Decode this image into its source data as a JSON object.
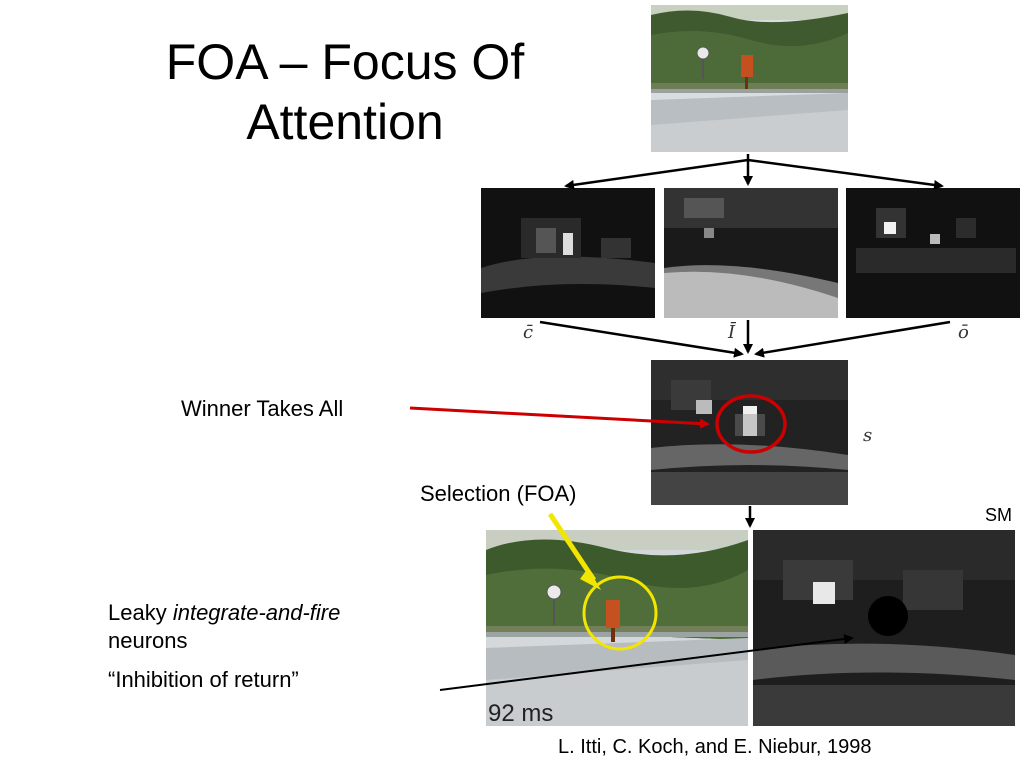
{
  "slide": {
    "title": "FOA – Focus Of\nAttention",
    "labels": {
      "winner": "Winner Takes All",
      "selection": "Selection (FOA)",
      "leaky_prefix": "Leaky ",
      "leaky_italic": "integrate-and-fire",
      "neurons": "neurons",
      "inhibition": "“Inhibition of return”"
    },
    "map_labels": {
      "c": "c̄",
      "i": "Ī",
      "o": "ō",
      "s": "𝑠"
    },
    "time_label": "92 ms",
    "sm_label": "SM",
    "citation": "L. Itti, C. Koch, and E. Niebur, 1998"
  },
  "colors": {
    "wta_arrow": "#cc0000",
    "wta_circle": "#cc0000",
    "foa_arrow": "#f2e600",
    "foa_circle": "#f2e600",
    "arrow": "#000000"
  }
}
